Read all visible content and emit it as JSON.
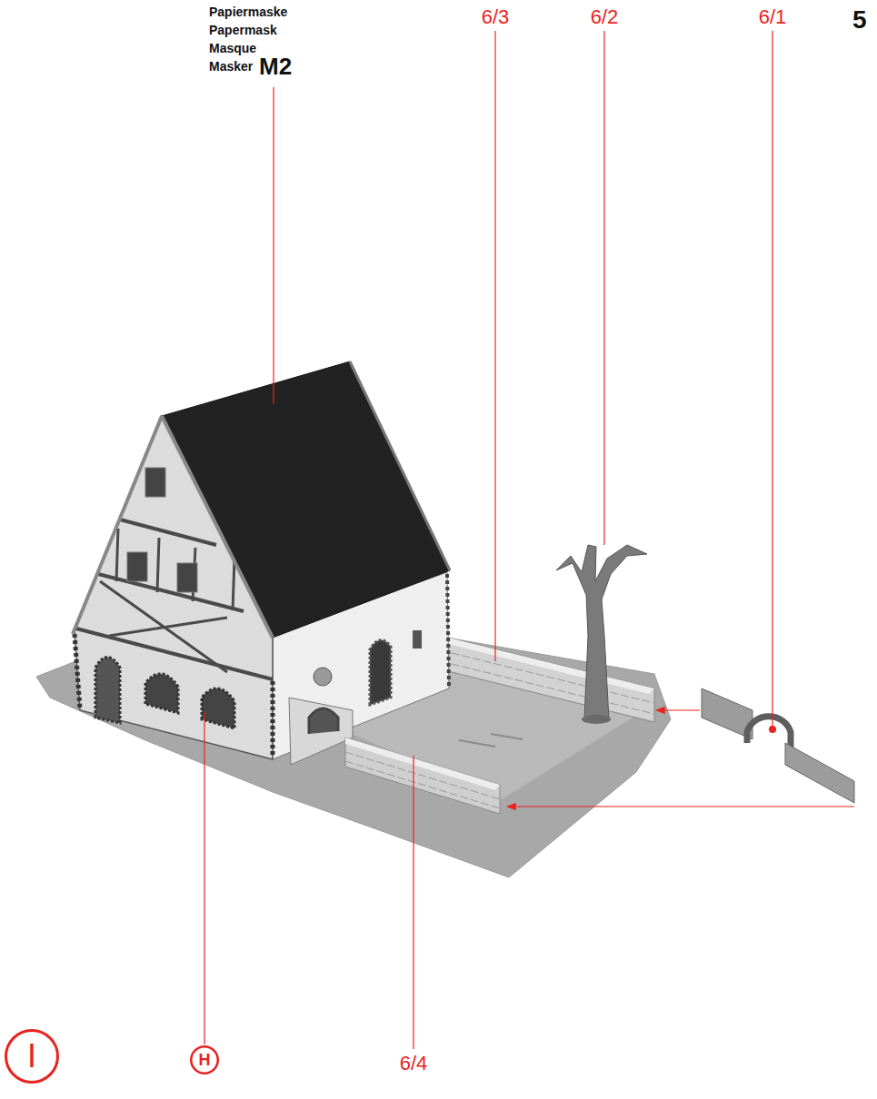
{
  "diagram": {
    "nodes": [
      {
        "text": [
          "I"
        ]
      },
      {
        "text": [
          "H"
        ]
      }
    ],
    "labels": [
      "Papiermaske",
      "Papermask",
      "Masque",
      "Masker",
      "M2",
      "6/3",
      "6/2",
      "6/1",
      "5",
      "6/4"
    ]
  }
}
